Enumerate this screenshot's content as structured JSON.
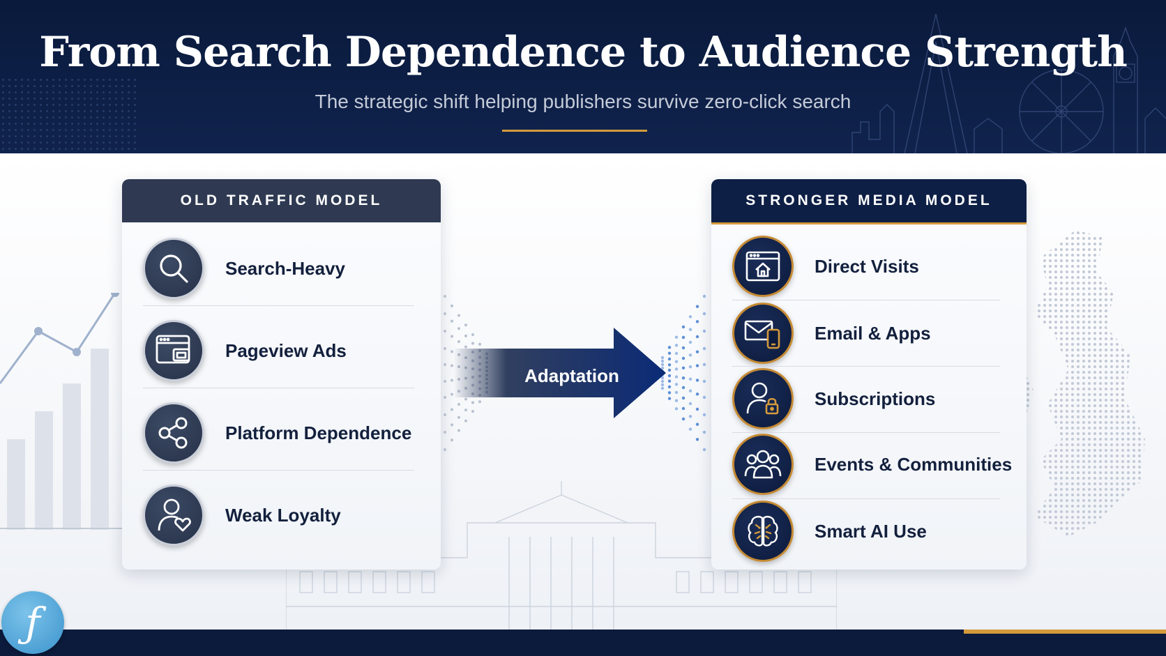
{
  "header": {
    "title": "From Search Dependence to Audience Strength",
    "subtitle": "The strategic shift helping publishers survive zero-click search"
  },
  "old_model": {
    "heading": "OLD TRAFFIC MODEL",
    "items": [
      {
        "label": "Search-Heavy",
        "icon": "search-icon"
      },
      {
        "label": "Pageview Ads",
        "icon": "browser-ad-icon"
      },
      {
        "label": "Platform Dependence",
        "icon": "share-network-icon"
      },
      {
        "label": "Weak Loyalty",
        "icon": "person-heart-icon"
      }
    ]
  },
  "transition": {
    "label": "Adaptation"
  },
  "new_model": {
    "heading": "STRONGER MEDIA MODEL",
    "items": [
      {
        "label": "Direct Visits",
        "icon": "browser-home-icon"
      },
      {
        "label": "Email & Apps",
        "icon": "email-phone-icon"
      },
      {
        "label": "Subscriptions",
        "icon": "person-lock-icon"
      },
      {
        "label": "Events & Communities",
        "icon": "group-icon"
      },
      {
        "label": "Smart AI Use",
        "icon": "brain-icon"
      }
    ]
  },
  "logo": {
    "text": "ƒ"
  },
  "colors": {
    "navy": "#0c1a3c",
    "slate": "#2f3a52",
    "gold": "#d49a3c"
  }
}
